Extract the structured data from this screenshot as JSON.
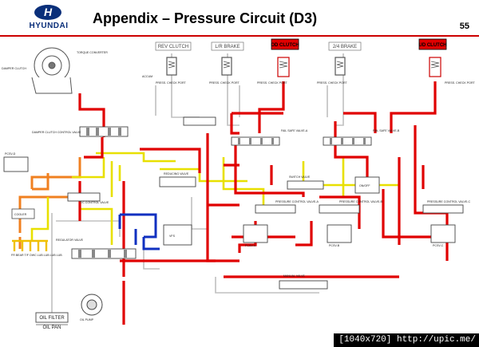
{
  "header": {
    "logo_text": "HYUNDAI",
    "logo_mark": "H",
    "title": "Appendix – Pressure Circuit (D3)",
    "page_number": "55"
  },
  "footer": {
    "caption": "[1040x720] http://upic.me/"
  },
  "diagram": {
    "line_colors": {
      "line_pressure": "#e00000",
      "reducing_pressure": "#e8e000",
      "torque_converter": "#f08020",
      "lubrication": "#f0c000",
      "control": "#1030c0",
      "exhaust": "#c8c8c8"
    },
    "clutch_boxes": {
      "od_clutch": "OD CLUTCH",
      "ud_clutch": "UD CLUTCH"
    },
    "component_labels": {
      "rev_clutch": "REV CLUTCH",
      "lr_brake": "L/R BRAKE",
      "two_four_brake": "2/4 BRAKE",
      "torque_converter": "TORQUE CONVERTER",
      "damper_clutch": "DAMPER CLUTCH",
      "damper_clutch_control_valve": "DAMPER CLUTCH CONTROL VALVE",
      "fail_safe_valve_a": "FAIL SAFE VALVE-A",
      "fail_safe_valve_b": "FAIL SAFE VALVE-B",
      "tc_control_valve": "T/C CONTROL VALVE",
      "cooler": "COOLER",
      "lub": "FR BEAR T/F  OWC  LUB LUB LUB LUB",
      "regulator_valve": "REGULATOR VALVE",
      "reducing_valve": "REDUCING VALVE",
      "manual_valve": "MANUAL VALVE",
      "switch_valve": "SWITCH VALVE",
      "pcv_a": "PCSV-A",
      "pcv_b": "PCSV-B",
      "pcv_c": "PCSV-C",
      "pcv_d": "PCSV-D",
      "pressure_control_valve_a": "PRESSURE CONTROL VALVE-A",
      "pressure_control_valve_b": "PRESSURE CONTROL VALVE-B",
      "pressure_control_valve_c": "PRESSURE CONTROL VALVE-C",
      "oil_filter": "OIL FILTER",
      "oil_pan": "OIL PAN",
      "oil_pump": "OIL PUMP",
      "press_check_port": "PRESS. CHECK PORT",
      "accum": "ACCUM",
      "vfs": "VFS",
      "on_off": "ON/OFF"
    }
  }
}
